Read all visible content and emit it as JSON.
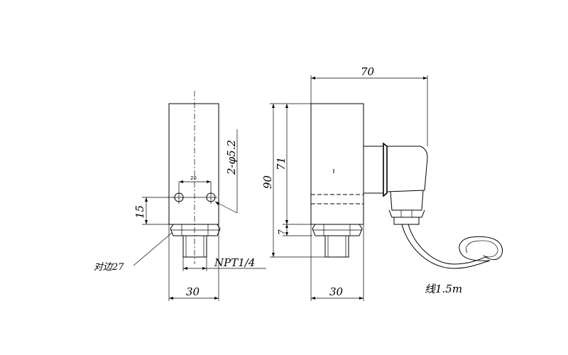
{
  "dimensions": {
    "width_front": "30",
    "width_side": "30",
    "overall_length": "70",
    "overall_height": "90",
    "body_height": "71",
    "hex_height": "7",
    "hole_spacing": "20",
    "hole_height": "15",
    "holes": "2-φ5.2",
    "thread": "NPT1/4",
    "wrench": "对边27",
    "cable": "线1.5m"
  }
}
